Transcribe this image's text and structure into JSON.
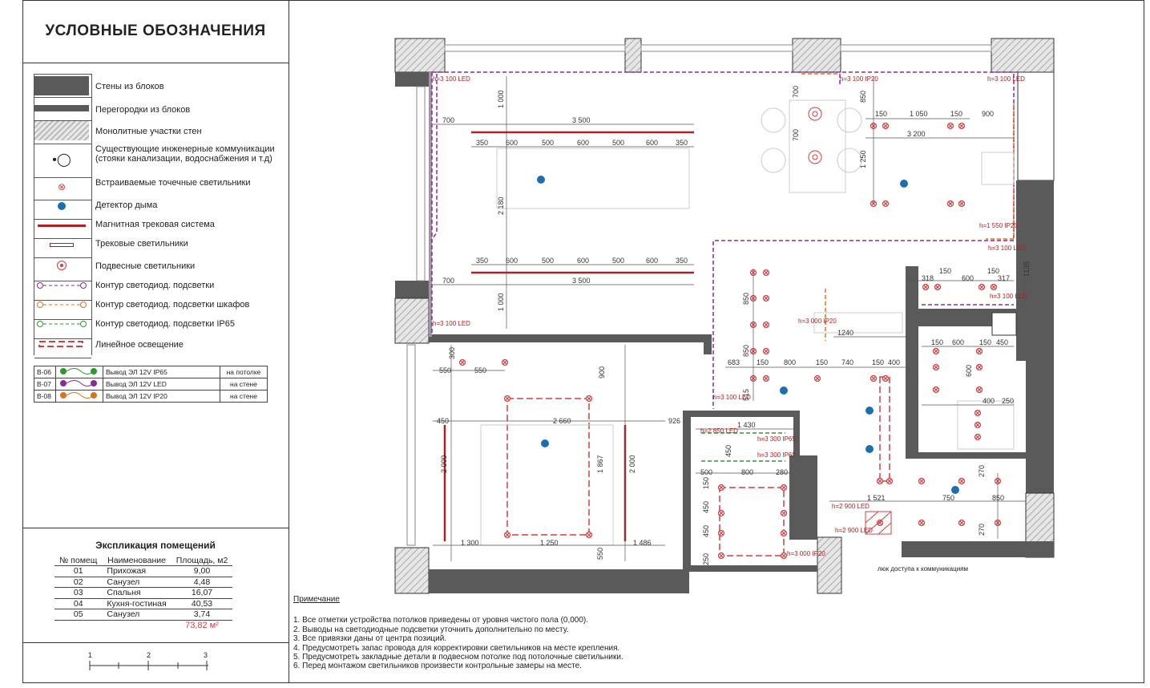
{
  "legend": {
    "title": "УСЛОВНЫЕ ОБОЗНАЧЕНИЯ",
    "items": [
      {
        "label": "Стены из блоков"
      },
      {
        "label": "Перегородки из блоков"
      },
      {
        "label": "Монолитные участки стен"
      },
      {
        "label": "Существующие инженерные коммуникации (стояки канализации, водоснабжения и т.д)"
      },
      {
        "label": "Встраиваемые точечные светильники"
      },
      {
        "label": "Детектор дыма"
      },
      {
        "label": "Магнитная трековая система"
      },
      {
        "label": "Трековые светильники"
      },
      {
        "label": "Подвесные светильники"
      },
      {
        "label": "Контур светодиод. подсветки"
      },
      {
        "label": "Контур светодиод. подсветки шкафов"
      },
      {
        "label": "Контур светодиод. подсветки IP65"
      },
      {
        "label": "Линейное освещение"
      }
    ],
    "outputs": [
      {
        "code": "В-06",
        "label": "Вывод ЭЛ 12V IP65",
        "place": "на потолке",
        "color": "#2a9a2a"
      },
      {
        "code": "В-07",
        "label": "Вывод ЭЛ 12V LED",
        "place": "на стене",
        "color": "#8a2a9a"
      },
      {
        "code": "В-08",
        "label": "Вывод ЭЛ 12V IP20",
        "place": "на стене",
        "color": "#e07020"
      }
    ]
  },
  "explication": {
    "title": "Экспликация помещений",
    "headers": [
      "№ помещ",
      "Наименование",
      "Площадь, м2"
    ],
    "rows": [
      [
        "01",
        "Прихожая",
        "9,00"
      ],
      [
        "02",
        "Санузел",
        "4,48"
      ],
      [
        "03",
        "Спальня",
        "16,07"
      ],
      [
        "04",
        "Кухня-гостиная",
        "40,53"
      ],
      [
        "05",
        "Санузел",
        "3,74"
      ]
    ],
    "total": "73,82 м²"
  },
  "scale": {
    "ticks": [
      "1",
      "2",
      "3"
    ]
  },
  "notes": {
    "title": "Примечание",
    "items": [
      "1. Все отметки устройства потолков приведены от уровня чистого пола (0,000).",
      "2. Выводы на светодиодные подсветки уточнить дополнительно по месту.",
      "3. Все привязки даны от центра позиций.",
      "4. Предусмотреть запас провода для корректировки светильников на месте крепления.",
      "5. Предусмотреть закладные детали в подвесном потолке под потолочные светильники.",
      "6. Перед монтажом светильников произвести контрольные замеры на месте."
    ]
  },
  "plan": {
    "dims_living": [
      "700",
      "3 500",
      "350",
      "600",
      "500",
      "600",
      "500",
      "600",
      "350",
      "1 000",
      "2 180"
    ],
    "dims_kitchen": [
      "150",
      "1 050",
      "150",
      "900",
      "3 200",
      "850",
      "1 250",
      "700"
    ],
    "dims_hall": [
      "683",
      "150",
      "800",
      "150",
      "740",
      "150",
      "400",
      "850",
      "515",
      "1240"
    ],
    "dims_bed": [
      "550",
      "550",
      "300",
      "900",
      "450",
      "2 660",
      "2 000",
      "1 867",
      "1 300",
      "1 250",
      "1 486",
      "926",
      "550"
    ],
    "dims_bath": [
      "500",
      "800",
      "280",
      "1 430",
      "450",
      "150",
      "250"
    ],
    "dims_right": [
      "318",
      "600",
      "317",
      "150",
      "600",
      "450",
      "400",
      "250",
      "1 521",
      "750",
      "850",
      "270",
      "1135"
    ],
    "heights": [
      "h=3 100 LED",
      "h=3 100 IP20",
      "h=1 550 IP20",
      "h=3 000 IP20",
      "h=2 850 LED",
      "h=3 300 IP65",
      "h=2 900 LED"
    ],
    "hatch_label": "люк доступа к коммуникациям",
    "colors": {
      "wall": "#5a5a5a",
      "led": "#8a2a9a",
      "led_cab": "#e07020",
      "led_ip65": "#2a9a2a",
      "track": "#b02020",
      "spot": "#d04040",
      "smoke": "#1a6fb0"
    }
  }
}
